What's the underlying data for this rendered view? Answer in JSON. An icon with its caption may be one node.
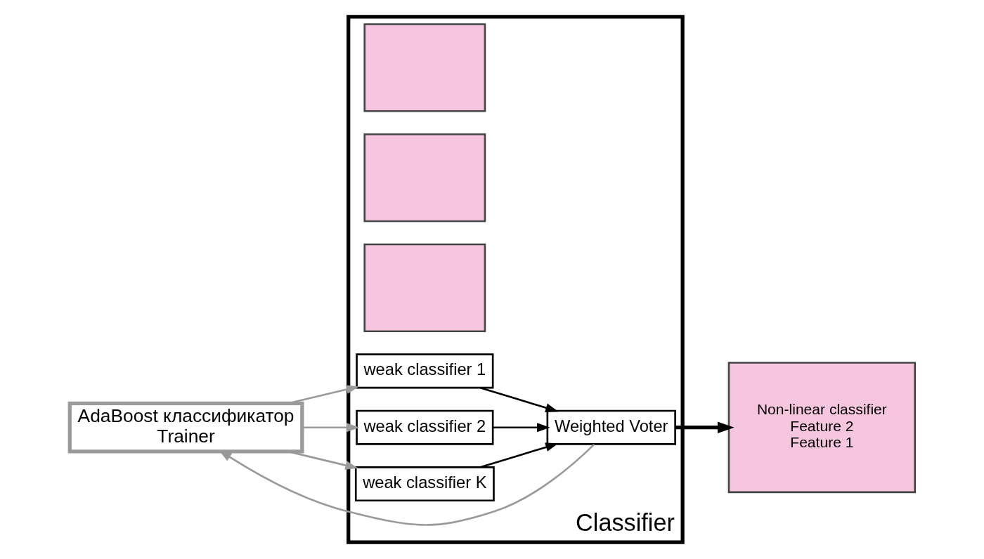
{
  "diagram": {
    "nodes": [
      {
        "text": [
          "AdaBoost классификатор",
          "Trainer"
        ]
      },
      {
        "text": [
          "Classifier"
        ]
      },
      {
        "text": [],
        "shape": "box",
        "in": 1
      },
      {
        "text": [],
        "shape": "box",
        "in": 1
      },
      {
        "text": [],
        "shape": "box",
        "in": 1
      },
      {
        "text": [
          "weak classifier 1"
        ],
        "in": 1
      },
      {
        "text": [
          "weak classifier 2"
        ],
        "in": 1
      },
      {
        "text": [
          "weak classifier K"
        ],
        "in": 1
      },
      {
        "text": [
          "Weighted Voter"
        ],
        "in": 1
      },
      {
        "text": [
          "Non-linear classifier",
          "Feature 2",
          "Feature 1"
        ]
      }
    ],
    "edges": [
      {
        "from": 0,
        "to": 5,
        "arrow": "to",
        "color": "#9a9a9a"
      },
      {
        "from": 0,
        "to": 6,
        "arrow": "to",
        "color": "#9a9a9a"
      },
      {
        "from": 0,
        "to": 7,
        "arrow": "to",
        "color": "#9a9a9a"
      },
      {
        "from": 5,
        "to": 8,
        "arrow": "to",
        "color": "#000000"
      },
      {
        "from": 6,
        "to": 8,
        "arrow": "to",
        "color": "#000000"
      },
      {
        "from": 7,
        "to": 8,
        "arrow": "to",
        "color": "#000000"
      },
      {
        "from": 8,
        "to": 9,
        "arrow": "to",
        "style": "thick",
        "color": "#000000"
      },
      {
        "from": 8,
        "to": 0,
        "arrow": "to",
        "color": "#9a9a9a"
      }
    ]
  }
}
